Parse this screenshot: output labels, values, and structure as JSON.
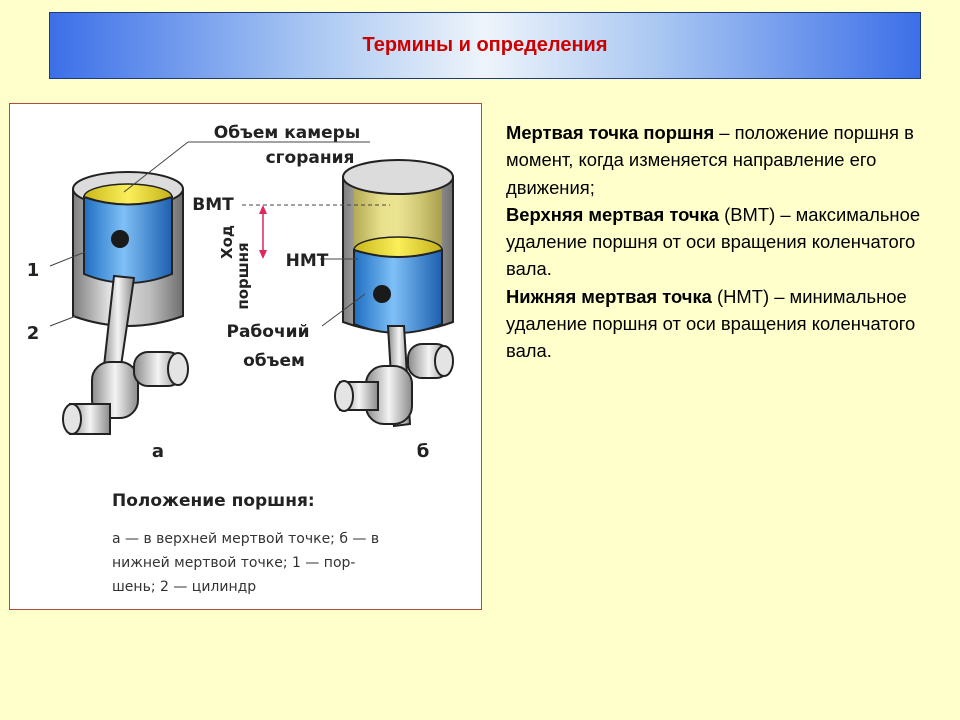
{
  "header": {
    "title": "Термины и определения"
  },
  "figure": {
    "label_chamber_1": "Объем камеры",
    "label_chamber_2": "сгорания",
    "label_tdc": "ВМТ",
    "label_bdc": "НМТ",
    "label_stroke_1": "Ход",
    "label_stroke_2": "поршня",
    "label_work_1": "Рабочий",
    "label_work_2": "объем",
    "num_piston": "1",
    "num_cylinder": "2",
    "letter_a": "а",
    "letter_b": "б",
    "caption_title": "Положение поршня:",
    "caption_line1": "а — в верхней мертвой точке; б — в",
    "caption_line2": "нижней мертвой точке; 1 — пор-",
    "caption_line3": "шень; 2 — цилиндр",
    "colors": {
      "piston": "#2b8fe0",
      "chamber": "#f2e12a",
      "cylinder": "#bdbdbd",
      "metal": "#d9d9d9"
    }
  },
  "definitions": [
    {
      "term": "Мертвая точка поршня",
      "text": " – положение поршня в момент, когда изменяется направление его движения;"
    },
    {
      "term": "Верхняя мертвая точка",
      "text": " (ВМТ) – максимальное удаление поршня от оси вращения коленчатого вала."
    },
    {
      "term": "Нижняя мертвая точка",
      "text": " (НМТ) – минимальное удаление поршня от оси вращения коленчатого вала."
    }
  ]
}
